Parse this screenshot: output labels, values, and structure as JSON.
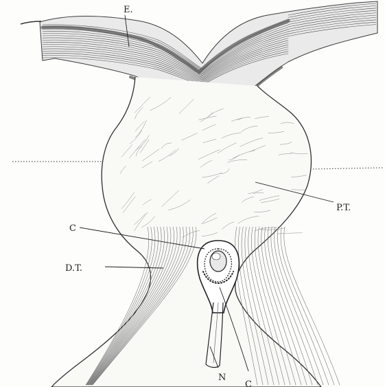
{
  "figure": {
    "labels": {
      "e": "E.",
      "pt": "P.T.",
      "c_upper": "C",
      "dt": "D.T.",
      "n": "N",
      "c_lower": "C"
    },
    "colors": {
      "ink": "#2a2a2a",
      "paper": "#fdfdfb",
      "epidermis_dark": "#6e6e6e"
    }
  }
}
